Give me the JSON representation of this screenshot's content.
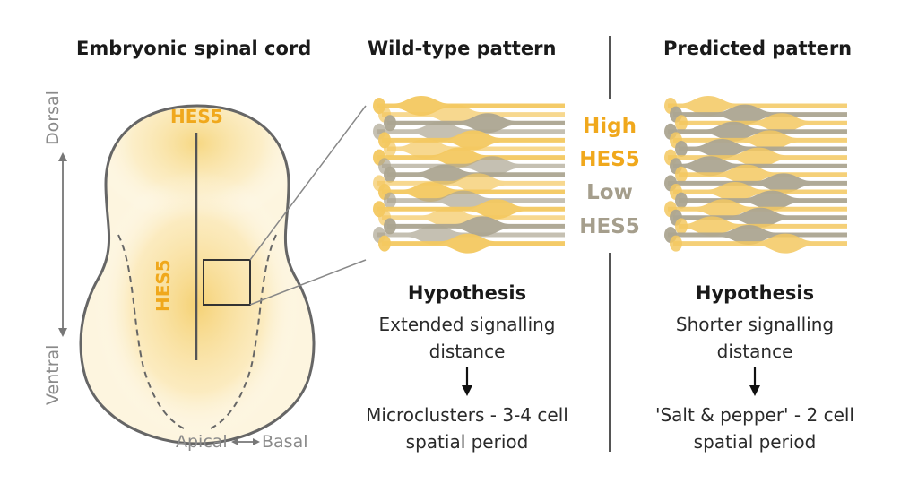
{
  "panels": {
    "spinal": {
      "title": "Embryonic spinal cord",
      "hes_top": "HES5",
      "hes_side": "HES5"
    },
    "wildtype": {
      "title": "Wild-type pattern",
      "hypothesis": "Hypothesis",
      "line1": "Extended signalling",
      "line2": "distance",
      "result1": "Microclusters - 3-4 cell",
      "result2": "spatial period"
    },
    "predicted": {
      "title": "Predicted pattern",
      "hypothesis": "Hypothesis",
      "line1": "Shorter signalling",
      "line2": "distance",
      "result1": "'Salt & pepper' - 2 cell",
      "result2": "spatial period"
    }
  },
  "legend": {
    "high": "High",
    "high_hes": "HES5",
    "low": "Low",
    "low_hes": "HES5"
  },
  "axes": {
    "dorsal": "Dorsal",
    "ventral": "Ventral",
    "apical": "Apical",
    "basal": "Basal"
  },
  "colors": {
    "high": "#f3c860",
    "low": "#aca591",
    "gold_text": "#f0a81c",
    "gray_text": "#a59e8c",
    "outline": "#666666"
  }
}
